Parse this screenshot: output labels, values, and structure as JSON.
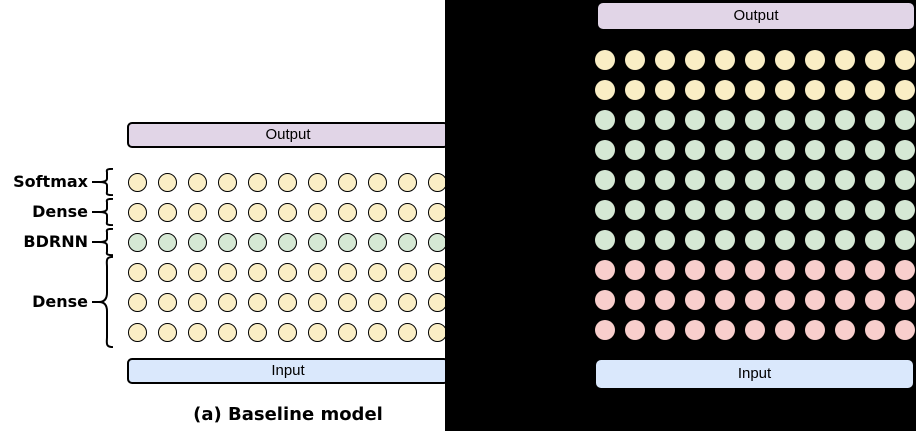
{
  "colors": {
    "yellow": "#FAEEC5",
    "green": "#D5E8D4",
    "pink": "#F8CECC",
    "purple_box": "#E1D5E7",
    "blue_box": "#DAE8FC",
    "circle_border": "#000000",
    "right_panel_bg": "#000000"
  },
  "left_panel": {
    "output_box": {
      "label": "Output"
    },
    "input_box": {
      "label": "Input"
    },
    "caption": "(a) Baseline model",
    "columns": 11,
    "groups": [
      {
        "label": "Softmax",
        "row_count": 1,
        "color": "yellow"
      },
      {
        "label": "Dense",
        "row_count": 1,
        "color": "yellow"
      },
      {
        "label": "BDRNN",
        "row_count": 1,
        "color": "green"
      },
      {
        "label": "Dense",
        "row_count": 3,
        "color": "yellow"
      }
    ]
  },
  "right_panel": {
    "output_box": {
      "label": "Output"
    },
    "input_box": {
      "label": "Input"
    },
    "columns": 11,
    "rows": [
      "yellow",
      "yellow",
      "green",
      "green",
      "green",
      "green",
      "green",
      "pink",
      "pink",
      "pink"
    ]
  }
}
